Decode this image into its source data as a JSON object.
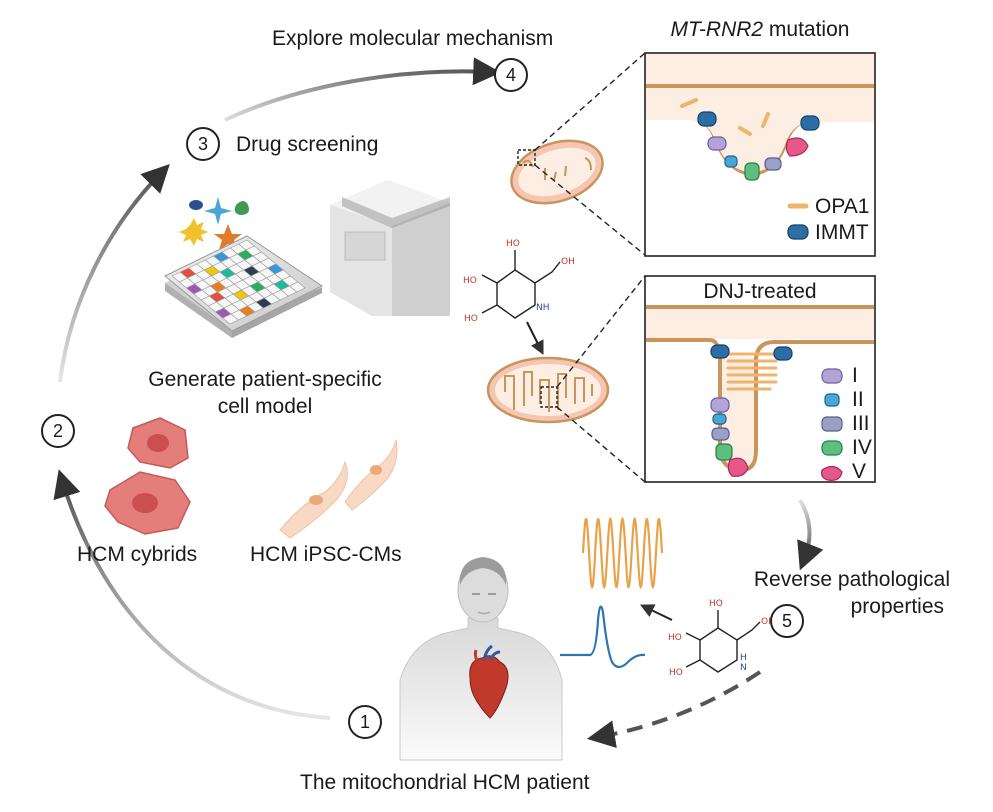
{
  "labels": {
    "explore": "Explore molecular mechanism",
    "drug_screening": "Drug screening",
    "generate_line1": "Generate patient-specific",
    "generate_line2": "cell model",
    "cybrids": "HCM cybrids",
    "ipsc": "HCM iPSC-CMs",
    "reverse_line1": "Reverse pathological",
    "reverse_line2": "properties",
    "patient": "The mitochondrial HCM patient"
  },
  "steps": [
    "1",
    "2",
    "3",
    "4",
    "5"
  ],
  "top_box": {
    "title_italic": "MT-RNR2",
    "title_rest": " mutation",
    "legend": [
      "OPA1",
      "IMMT"
    ]
  },
  "bottom_box": {
    "title": "DNJ-treated",
    "legend": [
      "I",
      "II",
      "III",
      "IV",
      "V"
    ]
  },
  "chem": {
    "ho": "HO",
    "oh": "OH",
    "nh": "NH",
    "h": "H",
    "n": "N"
  },
  "colors": {
    "membrane": "#c9955a",
    "matrix": "#fdeee4",
    "mito": "#f6c6b4",
    "opa1": "#f0b36a",
    "immt": "#2b6ea5",
    "complex_I": "#b4a3d6",
    "complex_II": "#4aa6d9",
    "complex_III": "#9aa0c8",
    "complex_IV": "#5cbf7e",
    "complex_V": "#e7588a",
    "cybrid": "#e47e7a",
    "ipsc": "#f8d9c4",
    "trace_orange": "#e8a24a",
    "trace_blue": "#2f75b5",
    "arrow": "#4d4d4d"
  }
}
